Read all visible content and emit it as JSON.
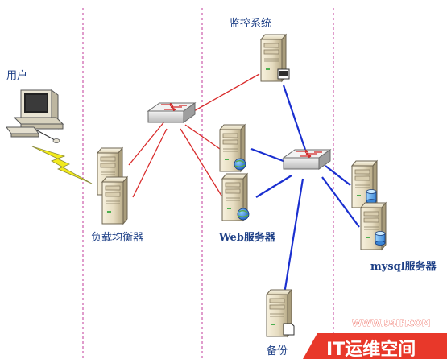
{
  "labels": {
    "user": "用户",
    "monitor": "监控系统",
    "load_balancer": "负载均衡器",
    "web_servers": "Web服务器",
    "mysql_servers": "mysql服务器",
    "backup": "备份"
  },
  "watermark": {
    "url": "WWW.94IP.COM",
    "brand": "IT运维空间"
  },
  "colors": {
    "red_link": "#d92b2b",
    "blue_link": "#1a2fd0",
    "zone_divider": "#c0399a",
    "label_text": "#1d3f86",
    "lightning": "#f2ea1d",
    "watermark_bg": "#e8382a"
  },
  "icons": {
    "user": "desktop-computer-icon",
    "load_balancer": "server-tower-icon",
    "switch": "network-switch-icon",
    "web_server": "web-server-globe-icon",
    "mysql_server": "database-server-icon",
    "monitor": "monitoring-server-icon",
    "backup": "backup-server-icon"
  }
}
